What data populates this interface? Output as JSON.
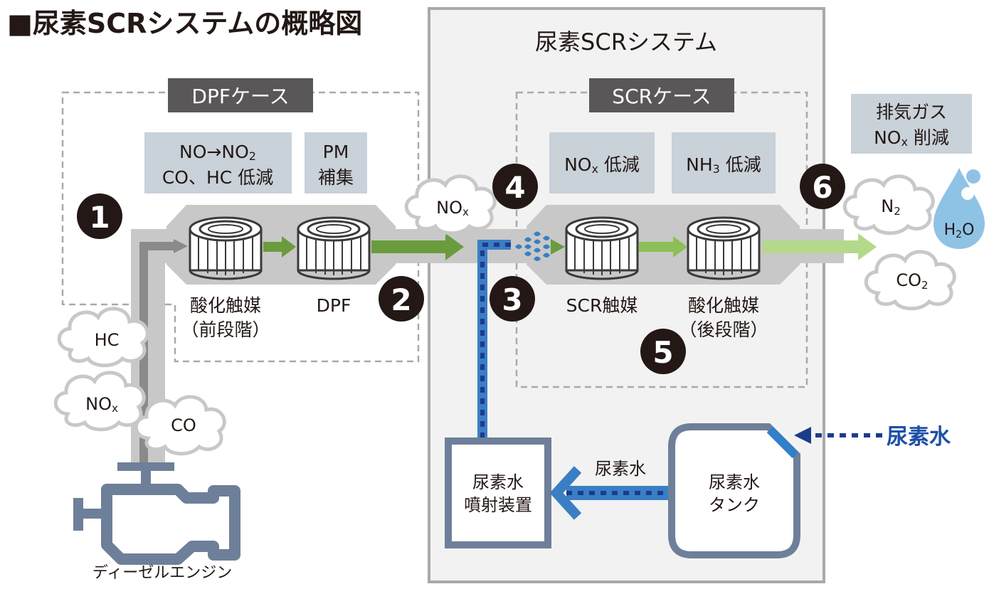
{
  "title": "■尿素SCRシステムの概略図",
  "scr_system": {
    "title": "尿素SCRシステム",
    "case_label": "SCRケース",
    "box_nox": {
      "main": "NO",
      "sub": "x",
      "rest": " 低減"
    },
    "box_nh3": {
      "main": "NH",
      "sub": "3",
      "rest": " 低減"
    },
    "scr_catalyst": "SCR触媒",
    "oxidation_rear": {
      "line1": "酸化触媒",
      "line2": "（後段階）"
    }
  },
  "dpf_case": {
    "label": "DPFケース",
    "box_oxidation": {
      "l1a": "NO→NO",
      "l1sub": "2",
      "l2": "CO、HC 低減"
    },
    "box_pm": {
      "l1": "PM",
      "l2": "補集"
    },
    "oxidation_front": {
      "line1": "酸化触媒",
      "line2": "（前段階）"
    },
    "dpf": "DPF"
  },
  "exhaust_box": {
    "line1": "排気ガス",
    "line2a": "NO",
    "line2sub": "x",
    "line2b": " 削減"
  },
  "clouds": {
    "nox_mid": {
      "main": "NO",
      "sub": "x"
    },
    "hc": "HC",
    "nox_low": {
      "main": "NO",
      "sub": "x"
    },
    "co": "CO",
    "n2": {
      "main": "N",
      "sub": "2"
    },
    "co2": {
      "main": "CO",
      "sub": "2"
    },
    "h2o": {
      "a": "H",
      "sub": "2",
      "b": "O"
    }
  },
  "markers": [
    "❶",
    "❷",
    "❸",
    "❹",
    "❺",
    "❻"
  ],
  "injector": {
    "line1": "尿素水",
    "line2": "噴射装置"
  },
  "tank": {
    "line1": "尿素水",
    "line2": "タンク"
  },
  "urea_line_label": "尿素水",
  "urea_inlet_label": "尿素水",
  "engine_label": "ディーゼルエンジン",
  "colors": {
    "dark_label": "#595757",
    "info_box": "#c9d1d9",
    "pipe": "#c8c8c8",
    "green_arrow": "#6a9c3e",
    "light_green_arrow": "#b5d98a",
    "blue_line": "#3a7ec4",
    "navy": "#1b3c8c",
    "steel": "#6e7f99",
    "water": "#8fc3e6"
  }
}
